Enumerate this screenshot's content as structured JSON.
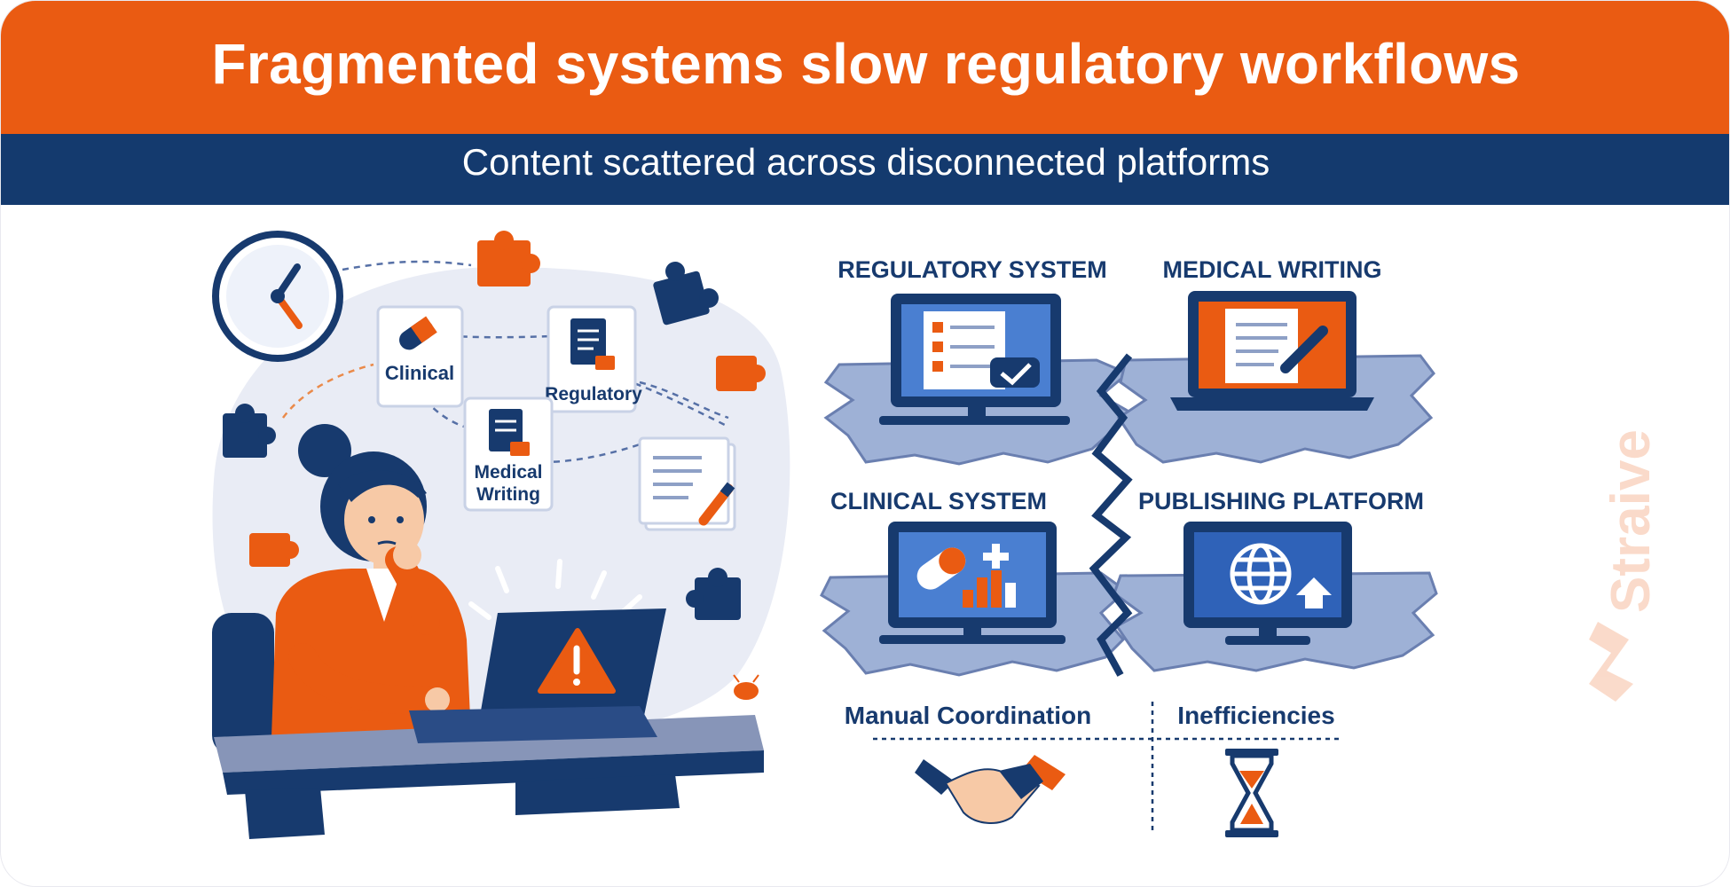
{
  "header": {
    "title": "Fragmented systems slow regulatory workflows"
  },
  "subheader": {
    "text": "Content scattered across disconnected platforms"
  },
  "left_illustration": {
    "doc_clinical": "Clinical",
    "doc_regulatory": "Regulatory",
    "doc_medical_line1": "Medical",
    "doc_medical_line2": "Writing"
  },
  "systems": {
    "regulatory": "REGULATORY SYSTEM",
    "medical": "MEDICAL WRITING",
    "clinical": "CLINICAL SYSTEM",
    "publishing": "PUBLISHING PLATFORM"
  },
  "bottom": {
    "manual": "Manual Coordination",
    "inefficiencies": "Inefficiencies"
  },
  "watermark": {
    "brand": "Straive"
  },
  "colors": {
    "orange": "#ea5b12",
    "navy": "#143a6e",
    "ice": "#9eb1d6"
  }
}
